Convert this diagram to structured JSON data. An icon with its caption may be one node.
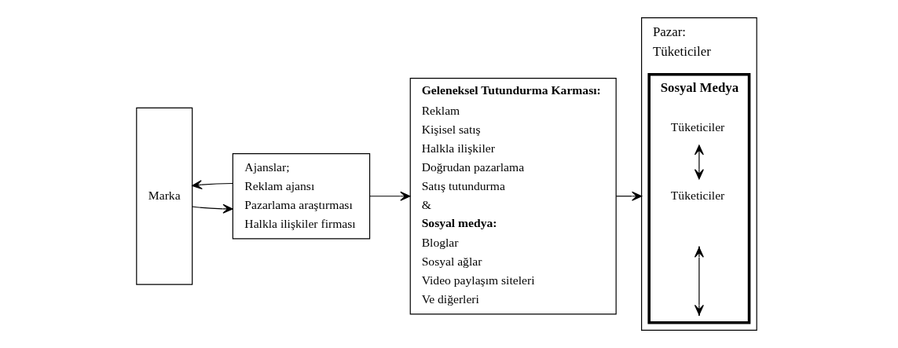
{
  "diagram": {
    "nodes": [
      {
        "text": [
          "Marka"
        ]
      },
      {
        "text": [
          "Ajanslar;",
          "Reklam ajansı",
          "Pazarlama araştırması",
          "Halkla ilişkiler firması"
        ]
      },
      {
        "text": [
          "Geleneksel Tutundurma Karması:",
          "Reklam",
          "Kişisel satış",
          "Halkla ilişkiler",
          "Doğrudan pazarlama",
          "Satış tutundurma",
          "&",
          "Sosyal medya:",
          "Bloglar",
          "Sosyal ağlar",
          "Video paylaşım siteleri",
          "Ve diğerleri"
        ]
      },
      {
        "text": [
          "Pazar:",
          "Tüketiciler"
        ]
      },
      {
        "text": [
          "Sosyal Medya"
        ],
        "in": 3
      },
      {
        "text": [
          "Tüketiciler"
        ],
        "in": 4
      },
      {
        "text": [
          "Tüketiciler"
        ],
        "in": 4
      }
    ],
    "edges": [
      {
        "from": 0,
        "to": 1,
        "arrow": "to"
      },
      {
        "from": 1,
        "to": 0,
        "arrow": "to"
      },
      {
        "from": 1,
        "to": 2,
        "arrow": "to"
      },
      {
        "from": 2,
        "to": 3,
        "arrow": "to"
      },
      {
        "from": 5,
        "to": 6,
        "arrow": "both"
      }
    ]
  }
}
